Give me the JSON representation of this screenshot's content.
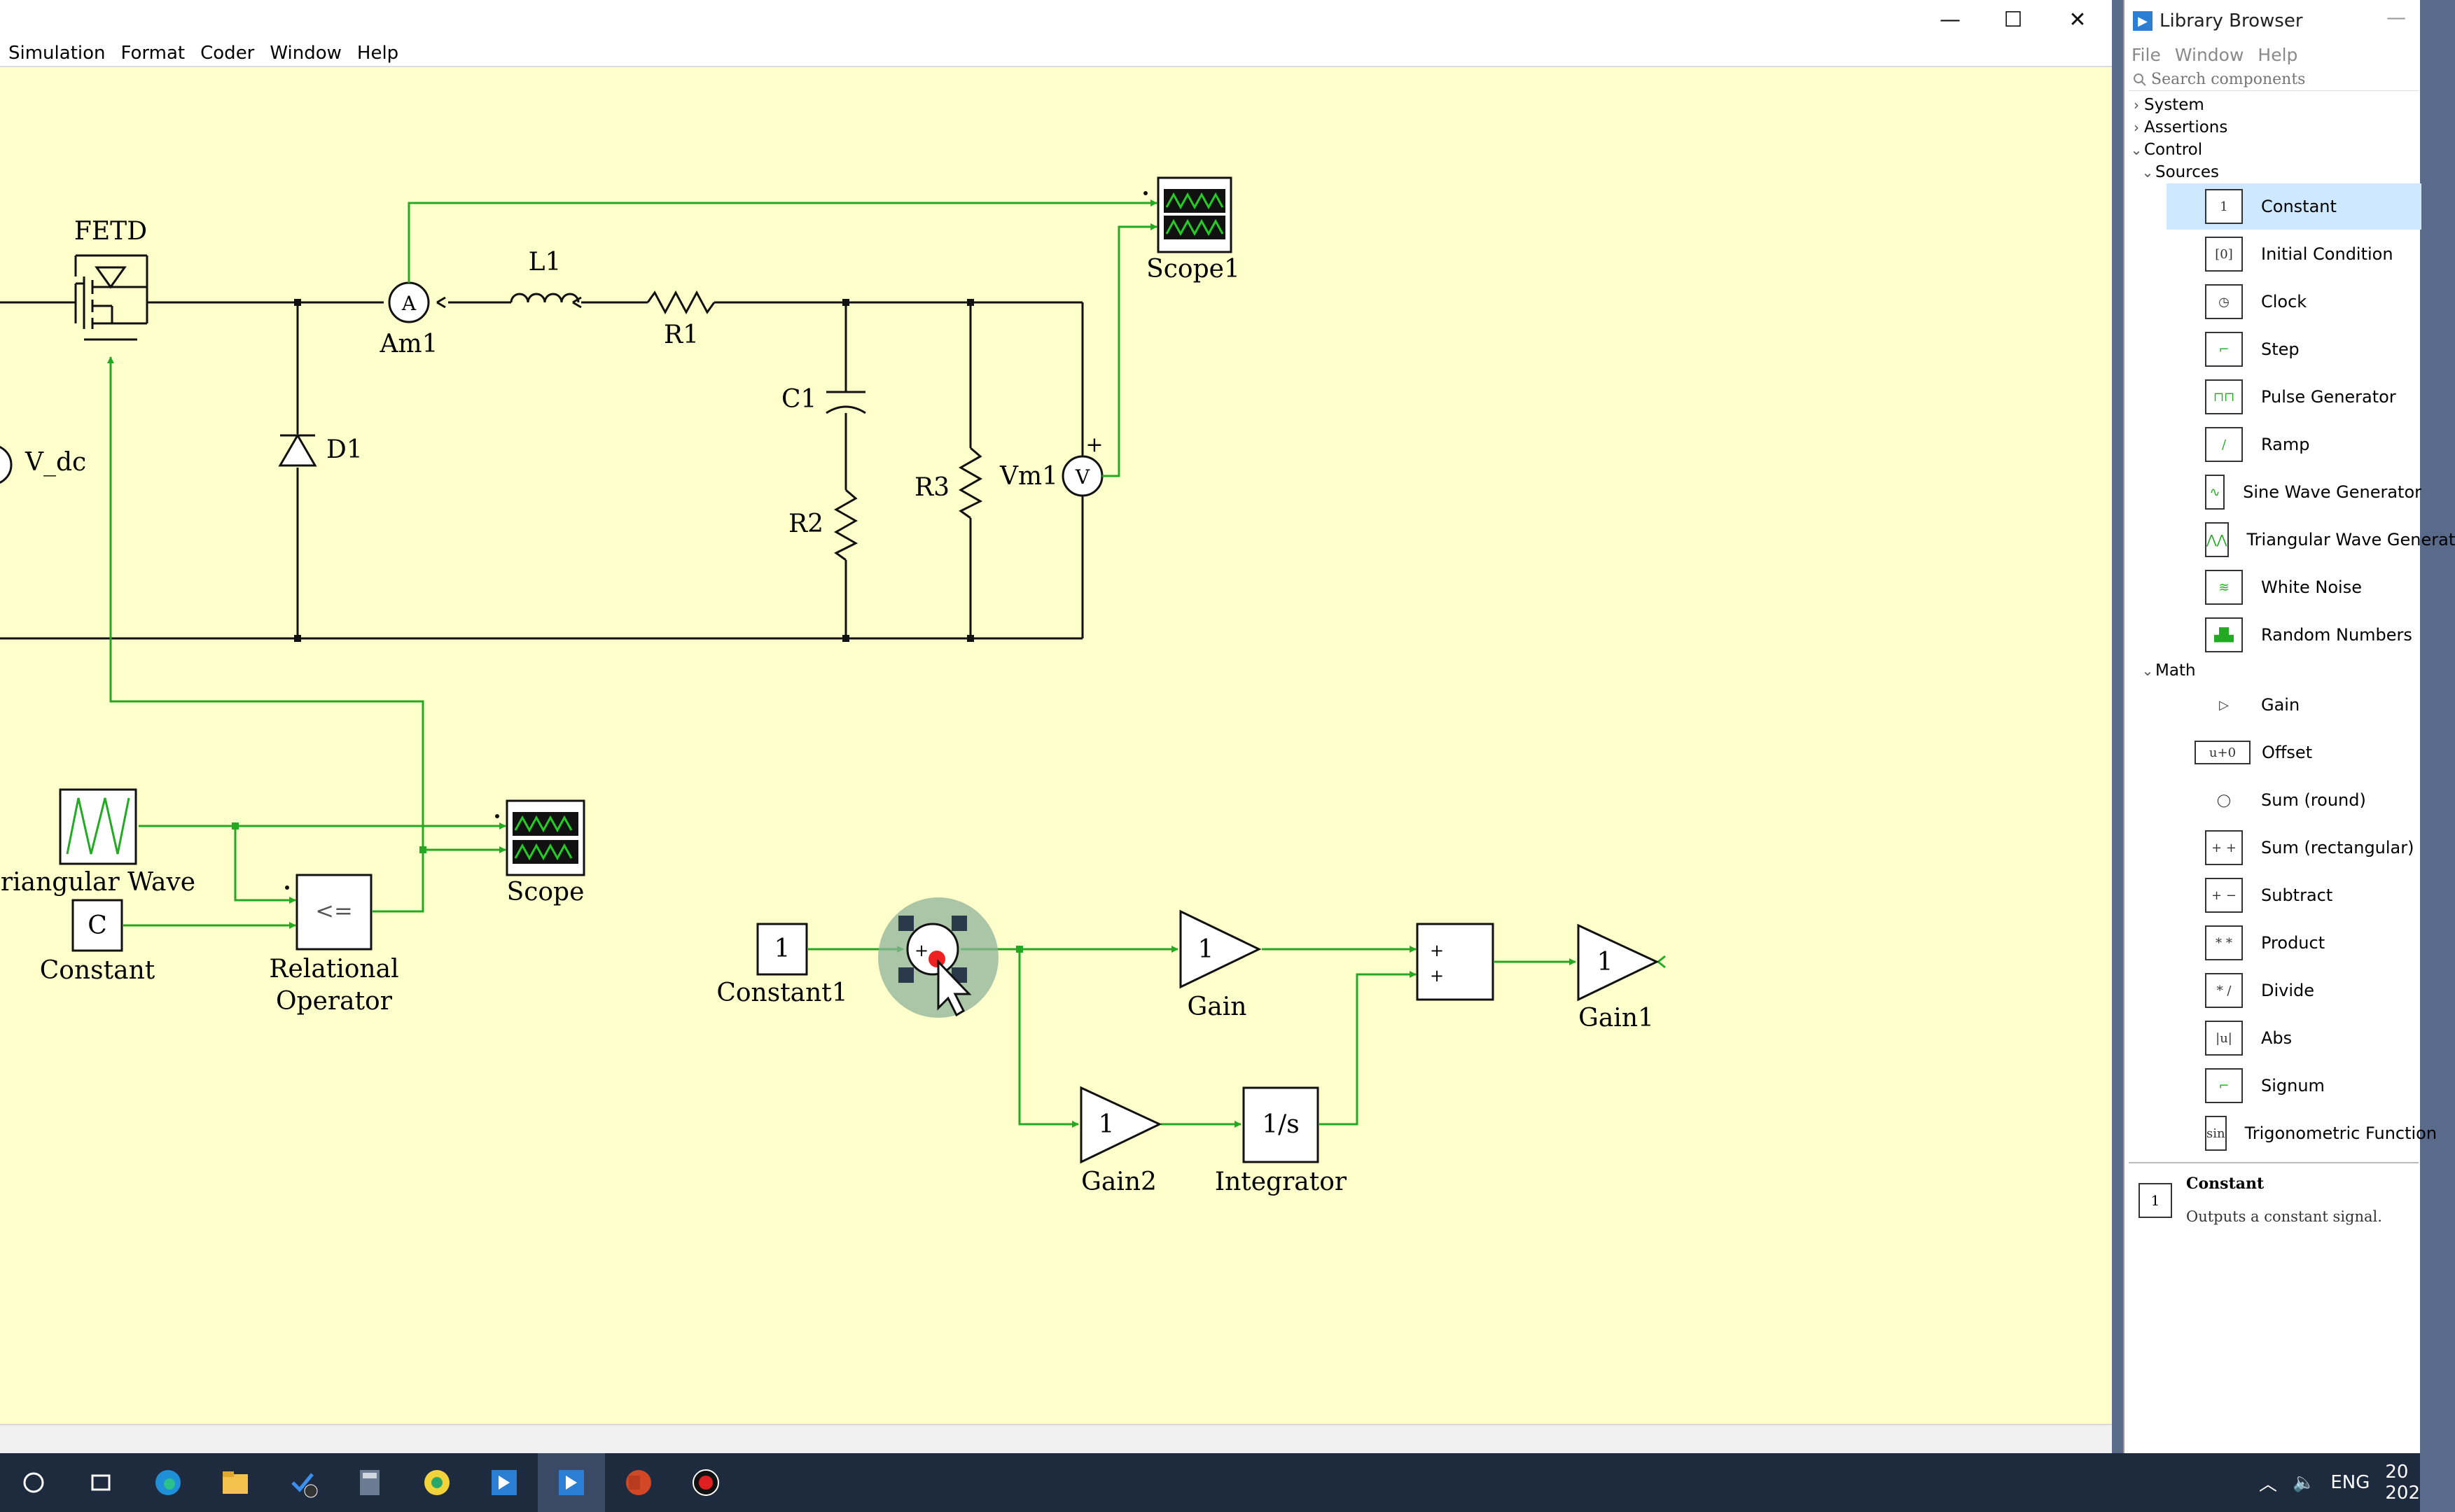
{
  "menubar": {
    "items": [
      "Simulation",
      "Format",
      "Coder",
      "Window",
      "Help"
    ]
  },
  "window_controls": {
    "minimize": "—",
    "maximize": "☐",
    "close": "✕"
  },
  "diagram": {
    "labels": {
      "fetd": "FETD",
      "l1": "L1",
      "am1": "Am1",
      "r1": "R1",
      "scope1": "Scope1",
      "vdc": "V_dc",
      "d1": "D1",
      "c1": "C1",
      "r2": "R2",
      "r3": "R3",
      "vm1": "Vm1",
      "tri": "riangular Wave",
      "constant": "Constant",
      "rel1": "Relational",
      "rel2": "Operator",
      "scope": "Scope",
      "constant1": "Constant1",
      "gain": "Gain",
      "gain1": "Gain1",
      "gain2": "Gain2",
      "integrator": "Integrator"
    },
    "block_text": {
      "am1": "A",
      "vm1": "V",
      "vm1_plus": "+",
      "const_c": "C",
      "rel_op": "<=",
      "const1": "1",
      "gain": "1",
      "gain1": "1",
      "gain2": "1",
      "integrator": "1/s",
      "sum_plus": "+"
    }
  },
  "library": {
    "title": "Library Browser",
    "menu": [
      "File",
      "Window",
      "Help"
    ],
    "search_placeholder": "Search components",
    "tree": {
      "system": "System",
      "assertions": "Assertions",
      "control": "Control",
      "sources": "Sources",
      "math": "Math"
    },
    "sources": [
      {
        "label": "Constant",
        "icon": "constant-icon",
        "glyph": "1",
        "selected": true
      },
      {
        "label": "Initial Condition",
        "icon": "initial-condition-icon",
        "glyph": "[0]"
      },
      {
        "label": "Clock",
        "icon": "clock-icon",
        "glyph": "◷"
      },
      {
        "label": "Step",
        "icon": "step-icon",
        "glyph": "⌐"
      },
      {
        "label": "Pulse Generator",
        "icon": "pulse-generator-icon",
        "glyph": "⊓⊓"
      },
      {
        "label": "Ramp",
        "icon": "ramp-icon",
        "glyph": "/"
      },
      {
        "label": "Sine Wave Generator",
        "icon": "sine-wave-icon",
        "glyph": "∿"
      },
      {
        "label": "Triangular Wave Generat",
        "icon": "triangular-wave-icon",
        "glyph": "⋀⋀"
      },
      {
        "label": "White Noise",
        "icon": "white-noise-icon",
        "glyph": "≋"
      },
      {
        "label": "Random Numbers",
        "icon": "random-numbers-icon",
        "glyph": "▟▙"
      }
    ],
    "math": [
      {
        "label": "Gain",
        "icon": "gain-icon",
        "glyph": "▷"
      },
      {
        "label": "Offset",
        "icon": "offset-icon",
        "glyph": "u+0"
      },
      {
        "label": "Sum (round)",
        "icon": "sum-round-icon",
        "glyph": "◯"
      },
      {
        "label": "Sum (rectangular)",
        "icon": "sum-rect-icon",
        "glyph": "+ +"
      },
      {
        "label": "Subtract",
        "icon": "subtract-icon",
        "glyph": "+ −"
      },
      {
        "label": "Product",
        "icon": "product-icon",
        "glyph": "* *"
      },
      {
        "label": "Divide",
        "icon": "divide-icon",
        "glyph": "* /"
      },
      {
        "label": "Abs",
        "icon": "abs-icon",
        "glyph": "|u|"
      },
      {
        "label": "Signum",
        "icon": "signum-icon",
        "glyph": "⌐"
      },
      {
        "label": "Trigonometric Function",
        "icon": "trig-function-icon",
        "glyph": "sin"
      }
    ],
    "preview": {
      "glyph": "1",
      "name": "Constant",
      "description": "Outputs a constant signal."
    }
  },
  "taskbar": {
    "tray_lang": "ENG",
    "clock_a": "20",
    "clock_b": "202"
  }
}
